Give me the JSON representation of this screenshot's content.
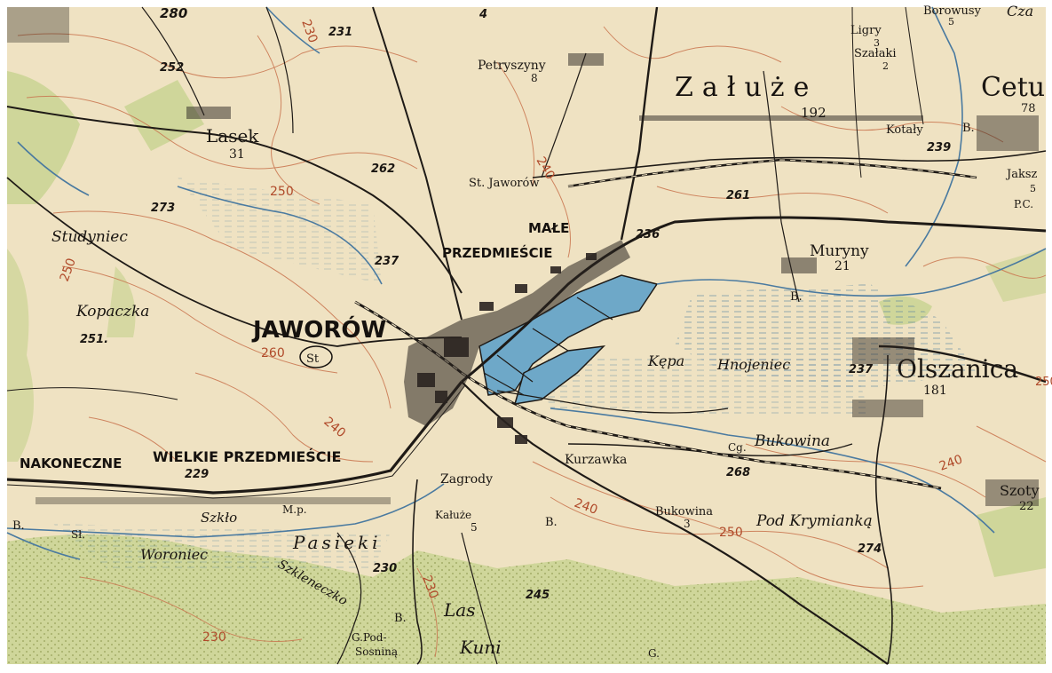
{
  "map": {
    "colors": {
      "paper": "#efe2c2",
      "forest": "#cfd69a",
      "forest_dots": "#7d8a3c",
      "water": "#6ea8c8",
      "contour": "#c9744e",
      "road": "#1e1a16",
      "town": "#2a2420",
      "river": "#4a7aa0",
      "frame": "#ffffff"
    },
    "labels": {
      "jaworow": "JAWORÓW",
      "station_symbol": "St",
      "male_1": "MAŁE",
      "male_2": "PRZEDMIEŚCIE",
      "wielkie": "WIELKIE PRZEDMIEŚCIE",
      "nakoneczne": "NAKONECZNE",
      "zaluze": "Załuże",
      "cetula": "Cetu",
      "olszanica": "Olszanica",
      "lasek": "Lasek",
      "lasek_num": "31",
      "petryszyny": "Petryszyny",
      "petryszyny_num": "8",
      "st_jaworow": "St. Jaworów",
      "muryny": "Muryny",
      "muryny_num": "21",
      "studyniec": "Studyniec",
      "kopaczka": "Kopaczka",
      "kepa": "Kępa",
      "hnojeniec": "Hnojeniec",
      "bukowina": "Bukowina",
      "bukowina_small": "Bukowina",
      "bukowina_num": "3",
      "pod_krymianka": "Pod Krymianką",
      "kurzawka": "Kurzawka",
      "zagrody": "Zagrody",
      "kaluze": "Kałuże",
      "kaluze_num": "5",
      "pasieki": "Pasieki",
      "woroniec": "Woroniec",
      "szklo": "Szkło",
      "szkleneczko": "Szkleneczko",
      "mp": "M.p.",
      "las": "Las",
      "kuni": "Kuni",
      "g_pod_1": "G.Pod-",
      "g_pod_2": "Sosniną",
      "ligry": "Ligry",
      "ligry_num": "3",
      "szalaki": "Szałaki",
      "szalaki_num": "2",
      "kotaly": "Kotały",
      "borowusy": "Borowusy",
      "borowusy_num": "5",
      "czas": "Cza",
      "szoty": "Szoty",
      "szoty_num": "22",
      "jaksz": "Jaksz",
      "jaksz_num": "5",
      "pc": "P.C.",
      "zaluze_num": "192",
      "cetula_num": "78",
      "olszanica_num": "181",
      "cg": "Cg.",
      "b1": "B.",
      "b2": "B.",
      "b3": "B.",
      "b4": "B.",
      "b5": "B.",
      "sl": "Sł.",
      "g_bottom": "G."
    },
    "elevations": {
      "e280": "280",
      "e252": "252",
      "e273": "273",
      "e251": "251.",
      "e262": "262",
      "e237a": "237",
      "e231": "231",
      "e229": "229",
      "e230": "230",
      "e236": "236",
      "e261": "261",
      "e239": "239",
      "e237b": "237",
      "e268": "268",
      "e274": "274",
      "e245": "245",
      "e4": "4"
    },
    "contours": {
      "c250a": "250",
      "c250b": "250",
      "c250c": "250",
      "c260": "260",
      "c240a": "240",
      "c240b": "240",
      "c240c": "240",
      "c240d": "240",
      "c230a": "230",
      "c230b": "230",
      "c230c": "230",
      "c250d": "250"
    }
  }
}
